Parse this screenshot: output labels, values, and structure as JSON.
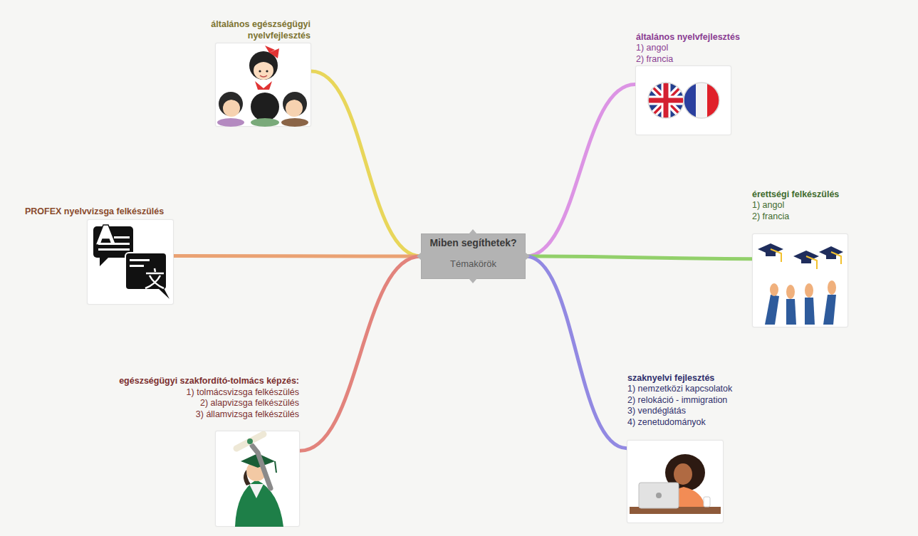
{
  "diagram": {
    "nodes": [
      {
        "text": [
          "általános egészségügyi nyelvfejlesztés"
        ]
      },
      {
        "text": [
          "általános nyelvfejlesztés",
          "1) angol",
          "2) francia"
        ]
      },
      {
        "text": [
          "érettségi felkészülés",
          "1) angol",
          "2) francia"
        ]
      },
      {
        "text": [
          "PROFEX nyelvvizsga felkészülés"
        ]
      },
      {
        "text": [
          "Miben segíthetek?",
          "Témakörök"
        ]
      },
      {
        "text": [
          "szaknyelvi fejlesztés",
          "1) nemzetközi kapcsolatok",
          "2) relokáció - immigration",
          "3) vendéglátás",
          "4) zenetudományok"
        ]
      },
      {
        "text": [
          "egészségügyi szakfordító-tolmács képzés:",
          "1) tolmácsvizsga felkészülés",
          "2) alapvizsga felkészülés",
          "3) államvizsga felkészülés"
        ]
      }
    ],
    "edges": [
      {
        "from": 4,
        "to": 0,
        "arrow": "none"
      },
      {
        "from": 4,
        "to": 1,
        "arrow": "none"
      },
      {
        "from": 4,
        "to": 2,
        "arrow": "none"
      },
      {
        "from": 4,
        "to": 3,
        "arrow": "none"
      },
      {
        "from": 4,
        "to": 5,
        "arrow": "none"
      },
      {
        "from": 4,
        "to": 6,
        "arrow": "none"
      }
    ]
  }
}
